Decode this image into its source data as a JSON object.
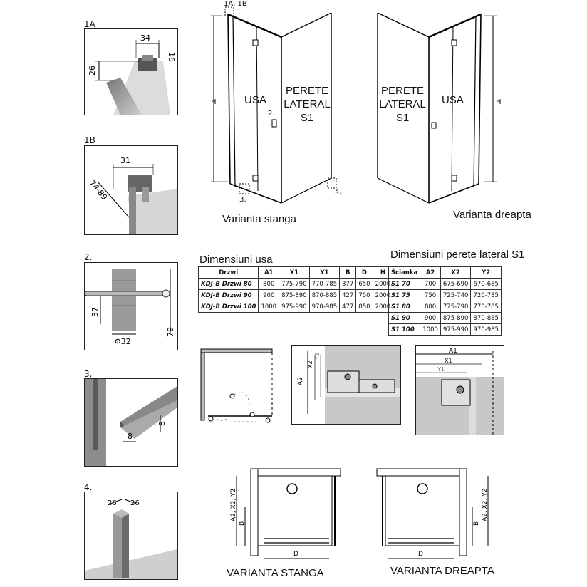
{
  "detail_labels": {
    "d1a": "1A",
    "d1b": "1B",
    "d2": "2.",
    "d3": "3.",
    "d4": "4."
  },
  "detail_1a": {
    "w": "34",
    "h1": "16",
    "h2": "26"
  },
  "detail_1b": {
    "w": "31",
    "range": "74-89"
  },
  "detail_2": {
    "h1": "37",
    "h2": "79",
    "dia": "Φ32"
  },
  "detail_3": {
    "h": "8",
    "w": "8"
  },
  "detail_4": {
    "a": "26",
    "b": "26"
  },
  "left_view": {
    "callout": "1A, 1B",
    "door": "USA",
    "side": [
      "PERETE",
      "LATERAL",
      "S1"
    ],
    "h": "H",
    "c2": "2.",
    "c3": "3.",
    "c4": "4.",
    "caption": "Varianta stanga"
  },
  "right_view": {
    "side": [
      "PERETE",
      "LATERAL",
      "S1"
    ],
    "door": "USA",
    "h": "H",
    "caption": "Varianta dreapta"
  },
  "door_table": {
    "title": "Dimensiuni usa",
    "headers": [
      "Drzwi",
      "A1",
      "X1",
      "Y1",
      "B",
      "D",
      "H"
    ],
    "rows": [
      [
        "KDJ-B Drzwi 80",
        "800",
        "775-790",
        "770-785",
        "377",
        "650",
        "2000"
      ],
      [
        "KDJ-B Drzwi 90",
        "900",
        "875-890",
        "870-885",
        "427",
        "750",
        "2000"
      ],
      [
        "KDJ-B Drzwi 100",
        "1000",
        "975-990",
        "970-985",
        "477",
        "850",
        "2000"
      ]
    ]
  },
  "wall_table": {
    "title": "Dimensiuni perete lateral S1",
    "headers": [
      "Ścianka",
      "A2",
      "X2",
      "Y2"
    ],
    "rows": [
      [
        "S1 70",
        "700",
        "675-690",
        "670-685"
      ],
      [
        "S1 75",
        "750",
        "725-740",
        "720-735"
      ],
      [
        "S1 80",
        "800",
        "775-790",
        "770-785"
      ],
      [
        "S1 90",
        "900",
        "875-890",
        "870-885"
      ],
      [
        "S1 100",
        "1000",
        "975-990",
        "970-985"
      ]
    ]
  },
  "mid_detail": {
    "a2": "A2",
    "x2": "X2",
    "y2": "Y2"
  },
  "right_detail": {
    "a1": "A1",
    "x1": "X1",
    "y1": "Y1"
  },
  "plan_left": {
    "side": "A2, X2, Y2",
    "b": "B",
    "d": "D",
    "caption": "VARIANTA STANGA"
  },
  "plan_right": {
    "side": "A2, X2, Y2",
    "b": "B",
    "d": "D",
    "caption": "VARIANTA DREAPTA"
  }
}
